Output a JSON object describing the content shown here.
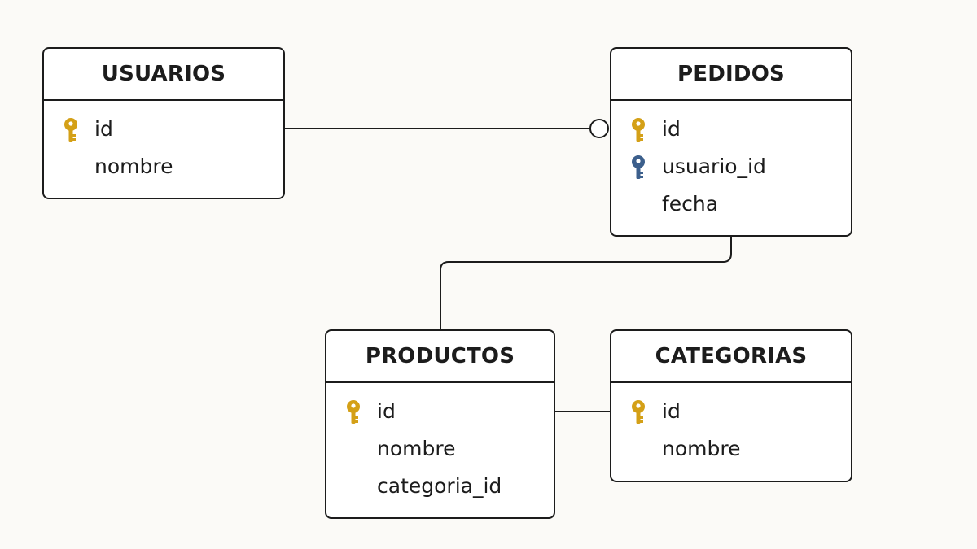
{
  "colors": {
    "background": "#fbfaf7",
    "line": "#1c1c1c",
    "primary_key": "#d4a017",
    "foreign_key": "#3c5f8c"
  },
  "entities": [
    {
      "id": "usuarios",
      "title": "USUARIOS",
      "fields": [
        {
          "name": "id",
          "key": "primary"
        },
        {
          "name": "nombre",
          "key": "none"
        }
      ]
    },
    {
      "id": "pedidos",
      "title": "PEDIDOS",
      "fields": [
        {
          "name": "id",
          "key": "primary"
        },
        {
          "name": "usuario_id",
          "key": "foreign"
        },
        {
          "name": "fecha",
          "key": "none"
        }
      ]
    },
    {
      "id": "productos",
      "title": "PRODUCTOS",
      "fields": [
        {
          "name": "id",
          "key": "primary"
        },
        {
          "name": "nombre",
          "key": "none"
        },
        {
          "name": "categoria_id",
          "key": "none"
        }
      ]
    },
    {
      "id": "categorias",
      "title": "CATEGORIAS",
      "fields": [
        {
          "name": "id",
          "key": "primary"
        },
        {
          "name": "nombre",
          "key": "none"
        }
      ]
    }
  ],
  "relationships": [
    {
      "from": "usuarios",
      "to": "pedidos",
      "to_end": "zero"
    },
    {
      "from": "pedidos",
      "to": "productos",
      "to_end": "none"
    },
    {
      "from": "productos",
      "to": "categorias",
      "to_end": "none"
    }
  ]
}
